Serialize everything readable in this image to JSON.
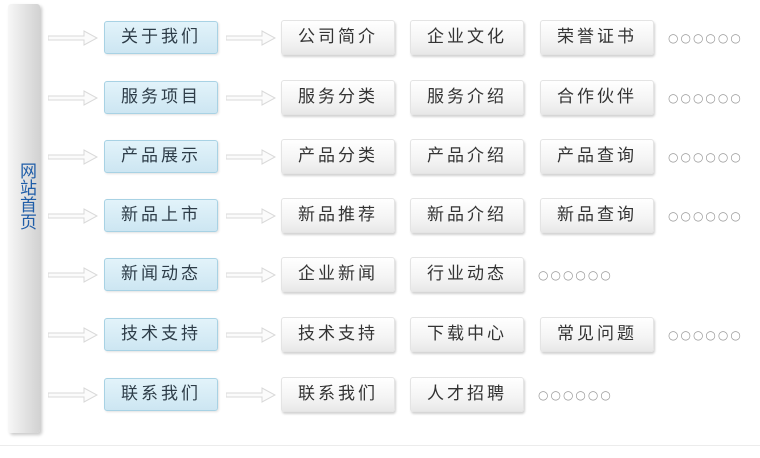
{
  "root": {
    "label": "网站首页"
  },
  "more_text": "○○○○○○",
  "categories": [
    {
      "label": "关于我们",
      "items": [
        "公司简介",
        "企业文化",
        "荣誉证书"
      ]
    },
    {
      "label": "服务项目",
      "items": [
        "服务分类",
        "服务介绍",
        "合作伙伴"
      ]
    },
    {
      "label": "产品展示",
      "items": [
        "产品分类",
        "产品介绍",
        "产品查询"
      ]
    },
    {
      "label": "新品上市",
      "items": [
        "新品推荐",
        "新品介绍",
        "新品查询"
      ]
    },
    {
      "label": "新闻动态",
      "items": [
        "企业新闻",
        "行业动态"
      ]
    },
    {
      "label": "技术支持",
      "items": [
        "技术支持",
        "下载中心",
        "常见问题"
      ]
    },
    {
      "label": "联系我们",
      "items": [
        "联系我们",
        "人才招聘"
      ]
    }
  ]
}
